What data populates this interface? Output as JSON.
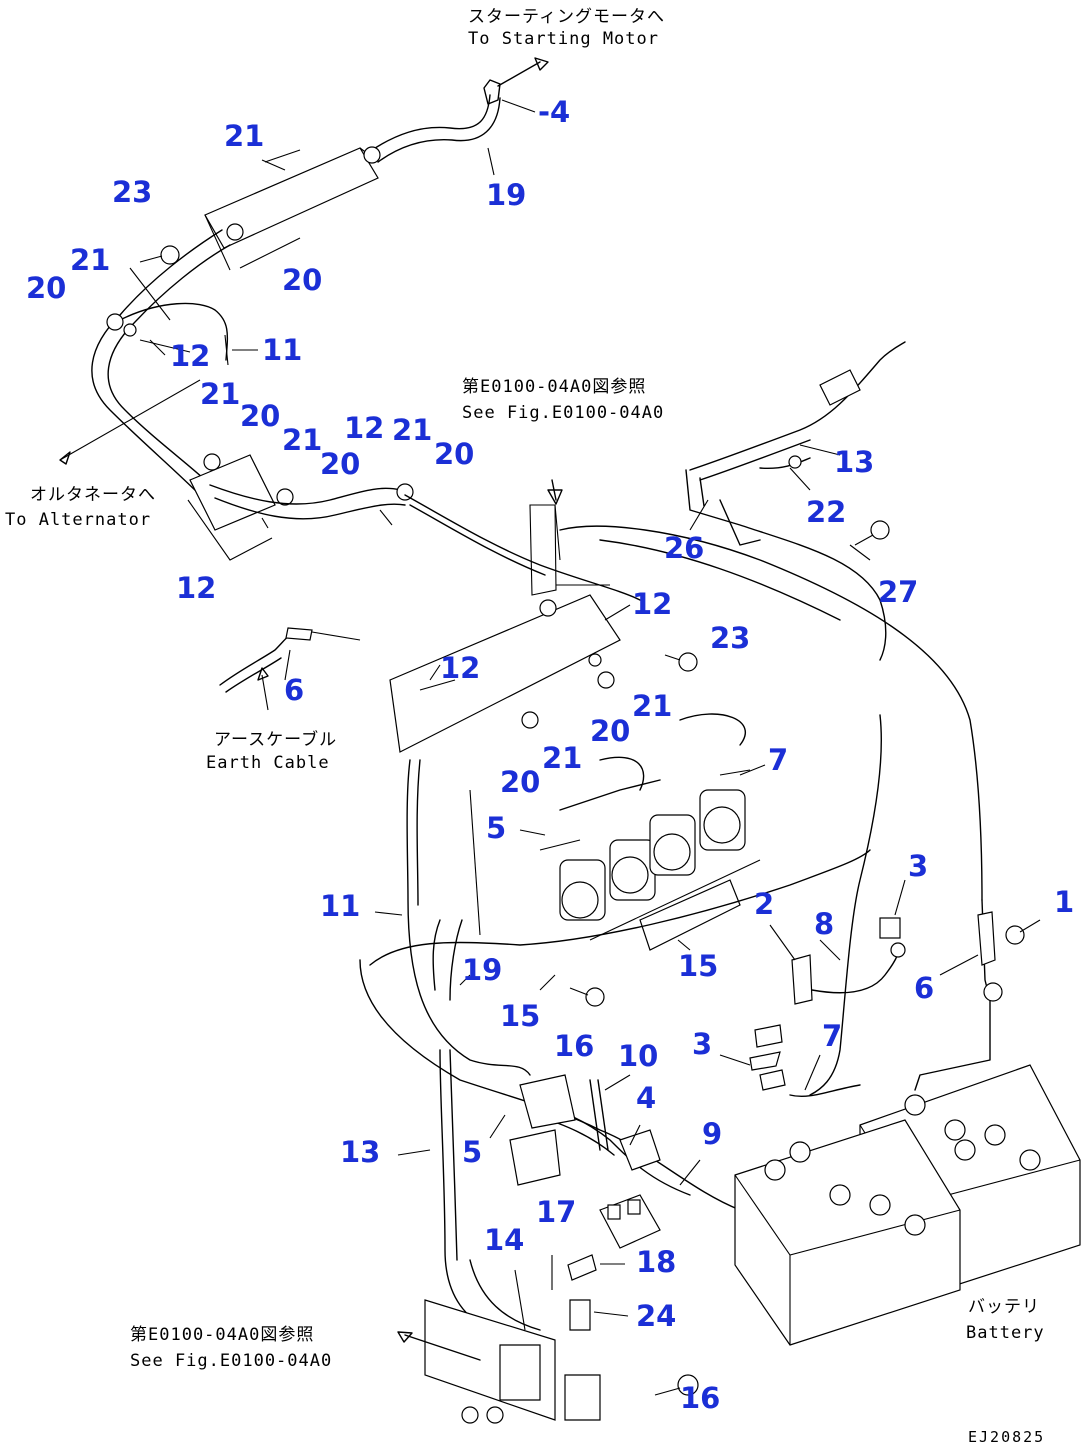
{
  "callouts": [
    {
      "id": "c4a",
      "text": "-4"
    },
    {
      "id": "c21a",
      "text": "21"
    },
    {
      "id": "c19a",
      "text": "19"
    },
    {
      "id": "c23a",
      "text": "23"
    },
    {
      "id": "c20a",
      "text": "20"
    },
    {
      "id": "c21b",
      "text": "21"
    },
    {
      "id": "c20b",
      "text": "20"
    },
    {
      "id": "c12a",
      "text": "12"
    },
    {
      "id": "c11a",
      "text": "11"
    },
    {
      "id": "c21c",
      "text": "21"
    },
    {
      "id": "c20c",
      "text": "20"
    },
    {
      "id": "c21d",
      "text": "21"
    },
    {
      "id": "c20d",
      "text": "20"
    },
    {
      "id": "c12b",
      "text": "12"
    },
    {
      "id": "c21e",
      "text": "21"
    },
    {
      "id": "c20e",
      "text": "20"
    },
    {
      "id": "c13a",
      "text": "13"
    },
    {
      "id": "c22",
      "text": "22"
    },
    {
      "id": "c26",
      "text": "26"
    },
    {
      "id": "c27",
      "text": "27"
    },
    {
      "id": "c12c",
      "text": "12"
    },
    {
      "id": "c12d",
      "text": "12"
    },
    {
      "id": "c23b",
      "text": "23"
    },
    {
      "id": "c12e",
      "text": "12"
    },
    {
      "id": "c6a",
      "text": "6"
    },
    {
      "id": "c21f",
      "text": "21"
    },
    {
      "id": "c20f",
      "text": "20"
    },
    {
      "id": "c21g",
      "text": "21"
    },
    {
      "id": "c20g",
      "text": "20"
    },
    {
      "id": "c7a",
      "text": "7"
    },
    {
      "id": "c5a",
      "text": "5"
    },
    {
      "id": "c3a",
      "text": "3"
    },
    {
      "id": "c1",
      "text": "1"
    },
    {
      "id": "c11b",
      "text": "11"
    },
    {
      "id": "c2",
      "text": "2"
    },
    {
      "id": "c8",
      "text": "8"
    },
    {
      "id": "c6b",
      "text": "6"
    },
    {
      "id": "c15a",
      "text": "15"
    },
    {
      "id": "c19b",
      "text": "19"
    },
    {
      "id": "c15b",
      "text": "15"
    },
    {
      "id": "c16a",
      "text": "16"
    },
    {
      "id": "c10",
      "text": "10"
    },
    {
      "id": "c3b",
      "text": "3"
    },
    {
      "id": "c7b",
      "text": "7"
    },
    {
      "id": "c4b",
      "text": "4"
    },
    {
      "id": "c13b",
      "text": "13"
    },
    {
      "id": "c5b",
      "text": "5"
    },
    {
      "id": "c9",
      "text": "9"
    },
    {
      "id": "c17",
      "text": "17"
    },
    {
      "id": "c14",
      "text": "14"
    },
    {
      "id": "c18",
      "text": "18"
    },
    {
      "id": "c24",
      "text": "24"
    },
    {
      "id": "c16b",
      "text": "16"
    }
  ],
  "labels": {
    "starting_motor_jp": "スターティングモータへ",
    "starting_motor_en": "To Starting Motor",
    "alternator_jp": "オルタネータへ",
    "alternator_en": "To Alternator",
    "see_fig_top_jp": "第E0100-04A0図参照",
    "see_fig_top_en": "See Fig.E0100-04A0",
    "earth_cable_jp": "アースケーブル",
    "earth_cable_en": "Earth Cable",
    "see_fig_bottom_jp": "第E0100-04A0図参照",
    "see_fig_bottom_en": "See Fig.E0100-04A0",
    "battery_jp": "バッテリ",
    "battery_en": "Battery",
    "drawing_code": "EJ20825"
  }
}
